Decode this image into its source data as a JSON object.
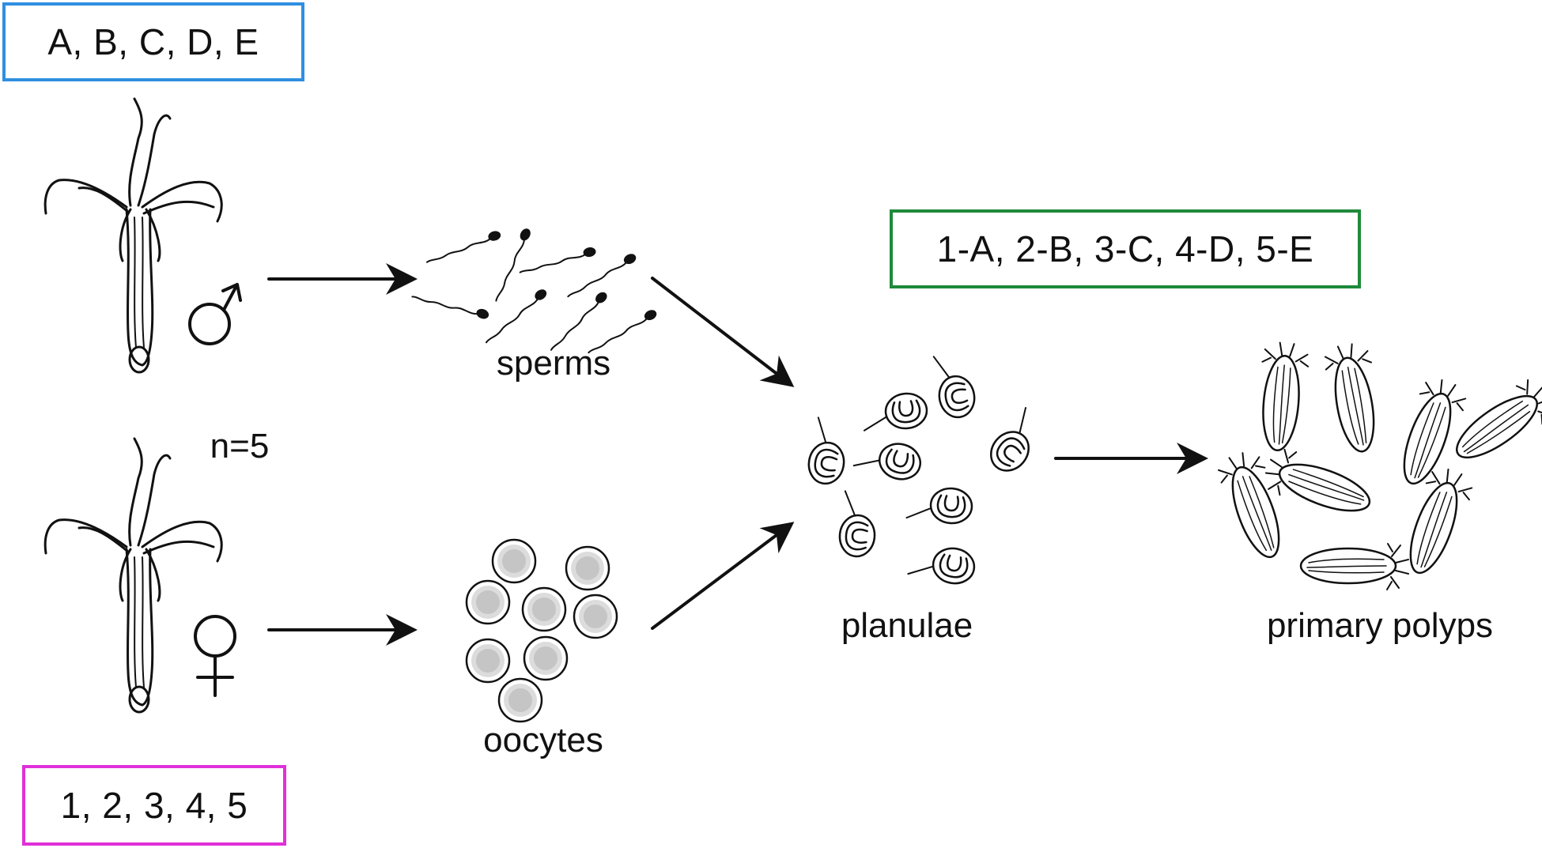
{
  "boxes": {
    "male_set": "A, B, C, D, E",
    "female_set": "1, 2, 3, 4, 5",
    "pairs": "1-A, 2-B, 3-C, 4-D, 5-E"
  },
  "labels": {
    "n": "n=5",
    "sperms": "sperms",
    "oocytes": "oocytes",
    "planulae": "planulae",
    "polyps": "primary polyps"
  },
  "symbols": {
    "male": "male-symbol-icon",
    "female": "female-symbol-icon"
  },
  "colors": {
    "male_box_border": "#2f8fe0",
    "female_box_border": "#e030d8",
    "pairs_box_border": "#1f8a3a",
    "ink": "#111111"
  }
}
